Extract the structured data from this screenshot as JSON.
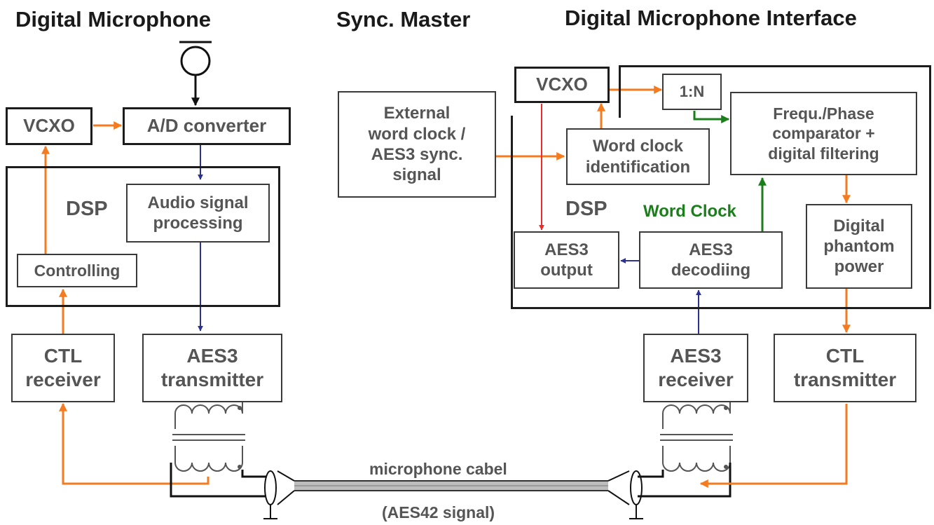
{
  "headings": {
    "left": "Digital Microphone",
    "center": "Sync. Master",
    "right": "Digital Microphone Interface"
  },
  "mic": {
    "vcxo": "VCXO",
    "ad_converter": "A/D converter",
    "dsp": "DSP",
    "audio_processing": "Audio signal\nprocessing",
    "controlling": "Controlling",
    "ctl_receiver": "CTL\nreceiver",
    "aes3_transmitter": "AES3\ntransmitter"
  },
  "sync": {
    "external_clock": "External\nword clock /\nAES3 sync.\nsignal"
  },
  "iface": {
    "vcxo": "VCXO",
    "divider": "1:N",
    "comparator": "Frequ./Phase\ncomparator +\ndigital filtering",
    "word_clock_id": "Word clock\nidentification",
    "dsp": "DSP",
    "word_clock_label": "Word Clock",
    "aes3_output": "AES3\noutput",
    "aes3_decoding": "AES3\ndecodiing",
    "phantom_power": "Digital\nphantom\npower",
    "aes3_receiver": "AES3\nreceiver",
    "ctl_transmitter": "CTL\ntransmitter"
  },
  "cable": {
    "label": "microphone cabel",
    "signal": "(AES42 signal)"
  },
  "colors": {
    "orange": "#f57b20",
    "blue": "#2d3192",
    "green": "#1a7f1a",
    "red": "#ee2a2a",
    "box_border": "#3a3a3a",
    "text_gray": "#555555"
  }
}
